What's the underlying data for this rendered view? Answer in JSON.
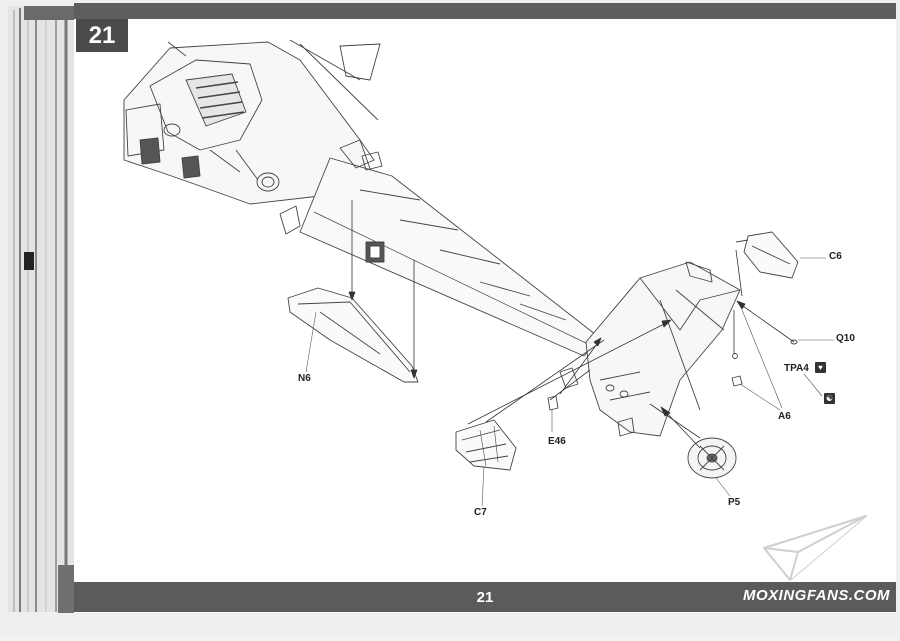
{
  "step": {
    "number": "21"
  },
  "footer": {
    "page_number": "21",
    "watermark": "MOXINGFANS.COM"
  },
  "parts": {
    "c6": "C6",
    "q10": "Q10",
    "tpa4": "TPA4",
    "a6": "A6",
    "n6": "N6",
    "e46": "E46",
    "c7": "C7",
    "p5": "P5"
  },
  "icons": {
    "tpa4_symbol": "heart-icon",
    "a6_symbol": "yin-yang-icon"
  }
}
